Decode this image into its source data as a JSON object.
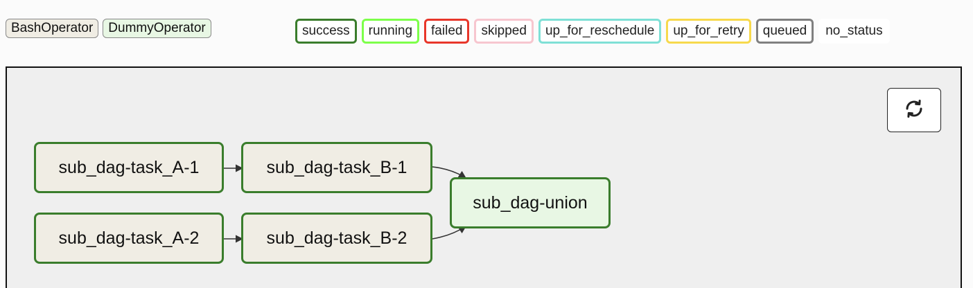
{
  "operator_legend": [
    {
      "label": "BashOperator",
      "color": "#f0ede4"
    },
    {
      "label": "DummyOperator",
      "color": "#e8f7e4"
    }
  ],
  "state_legend": [
    {
      "label": "success",
      "color": "#3a7d2c"
    },
    {
      "label": "running",
      "color": "#7dff4a"
    },
    {
      "label": "failed",
      "color": "#e8362a"
    },
    {
      "label": "skipped",
      "color": "#f7c6cf"
    },
    {
      "label": "up_for_reschedule",
      "color": "#7fe0d6"
    },
    {
      "label": "up_for_retry",
      "color": "#f7d94c"
    },
    {
      "label": "queued",
      "color": "#808080"
    },
    {
      "label": "no_status",
      "color": "#ffffff"
    }
  ],
  "graph": {
    "refresh_icon": "refresh-icon",
    "success_color": "#3a7d2c",
    "nodes": [
      {
        "id": "A1",
        "label": "sub_dag-task_A-1",
        "operator": "BashOperator",
        "state": "success"
      },
      {
        "id": "B1",
        "label": "sub_dag-task_B-1",
        "operator": "BashOperator",
        "state": "success"
      },
      {
        "id": "A2",
        "label": "sub_dag-task_A-2",
        "operator": "BashOperator",
        "state": "success"
      },
      {
        "id": "B2",
        "label": "sub_dag-task_B-2",
        "operator": "BashOperator",
        "state": "success"
      },
      {
        "id": "U",
        "label": "sub_dag-union",
        "operator": "DummyOperator",
        "state": "success"
      }
    ],
    "edges": [
      {
        "from": "A1",
        "to": "B1"
      },
      {
        "from": "A2",
        "to": "B2"
      },
      {
        "from": "B1",
        "to": "U"
      },
      {
        "from": "B2",
        "to": "U"
      }
    ]
  }
}
